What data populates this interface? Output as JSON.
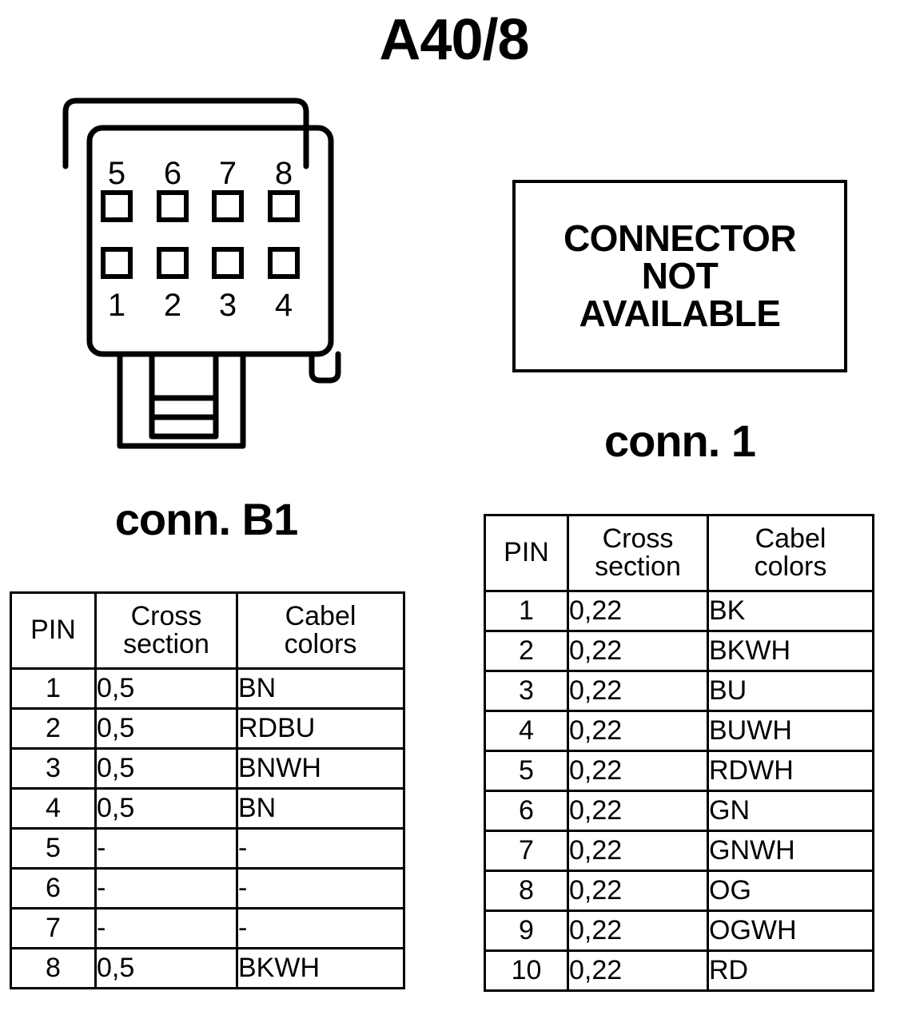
{
  "title": "A40/8",
  "connector_drawing": {
    "name": "connector-8-pin-housing",
    "pin_numbers_top_row": [
      "5",
      "6",
      "7",
      "8"
    ],
    "pin_numbers_bottom_row": [
      "1",
      "2",
      "3",
      "4"
    ],
    "label": "conn. B1"
  },
  "not_available_box": {
    "lines": [
      "CONNECTOR",
      "NOT",
      "AVAILABLE"
    ],
    "label": "conn. 1"
  },
  "tables": {
    "headers": [
      "PIN",
      "Cross section",
      "Cabel colors"
    ],
    "header_parts": {
      "pin": "PIN",
      "cross": "Cross",
      "section": "section",
      "cabel": "Cabel",
      "colors": "colors"
    },
    "conn_b1": {
      "label": "conn. B1",
      "rows": [
        {
          "pin": "1",
          "cross_section": "0,5",
          "cabel_color": "BN"
        },
        {
          "pin": "2",
          "cross_section": "0,5",
          "cabel_color": "RDBU"
        },
        {
          "pin": "3",
          "cross_section": "0,5",
          "cabel_color": "BNWH"
        },
        {
          "pin": "4",
          "cross_section": "0,5",
          "cabel_color": "BN"
        },
        {
          "pin": "5",
          "cross_section": "-",
          "cabel_color": "-"
        },
        {
          "pin": "6",
          "cross_section": "-",
          "cabel_color": "-"
        },
        {
          "pin": "7",
          "cross_section": "-",
          "cabel_color": "-"
        },
        {
          "pin": "8",
          "cross_section": "0,5",
          "cabel_color": "BKWH"
        }
      ]
    },
    "conn_1": {
      "label": "conn. 1",
      "rows": [
        {
          "pin": "1",
          "cross_section": "0,22",
          "cabel_color": "BK"
        },
        {
          "pin": "2",
          "cross_section": "0,22",
          "cabel_color": "BKWH"
        },
        {
          "pin": "3",
          "cross_section": "0,22",
          "cabel_color": "BU"
        },
        {
          "pin": "4",
          "cross_section": "0,22",
          "cabel_color": "BUWH"
        },
        {
          "pin": "5",
          "cross_section": "0,22",
          "cabel_color": "RDWH"
        },
        {
          "pin": "6",
          "cross_section": "0,22",
          "cabel_color": "GN"
        },
        {
          "pin": "7",
          "cross_section": "0,22",
          "cabel_color": "GNWH"
        },
        {
          "pin": "8",
          "cross_section": "0,22",
          "cabel_color": "OG"
        },
        {
          "pin": "9",
          "cross_section": "0,22",
          "cabel_color": "OGWH"
        },
        {
          "pin": "10",
          "cross_section": "0,22",
          "cabel_color": "RD"
        }
      ]
    }
  },
  "colors": {
    "line": "#000000",
    "background": "#ffffff"
  }
}
